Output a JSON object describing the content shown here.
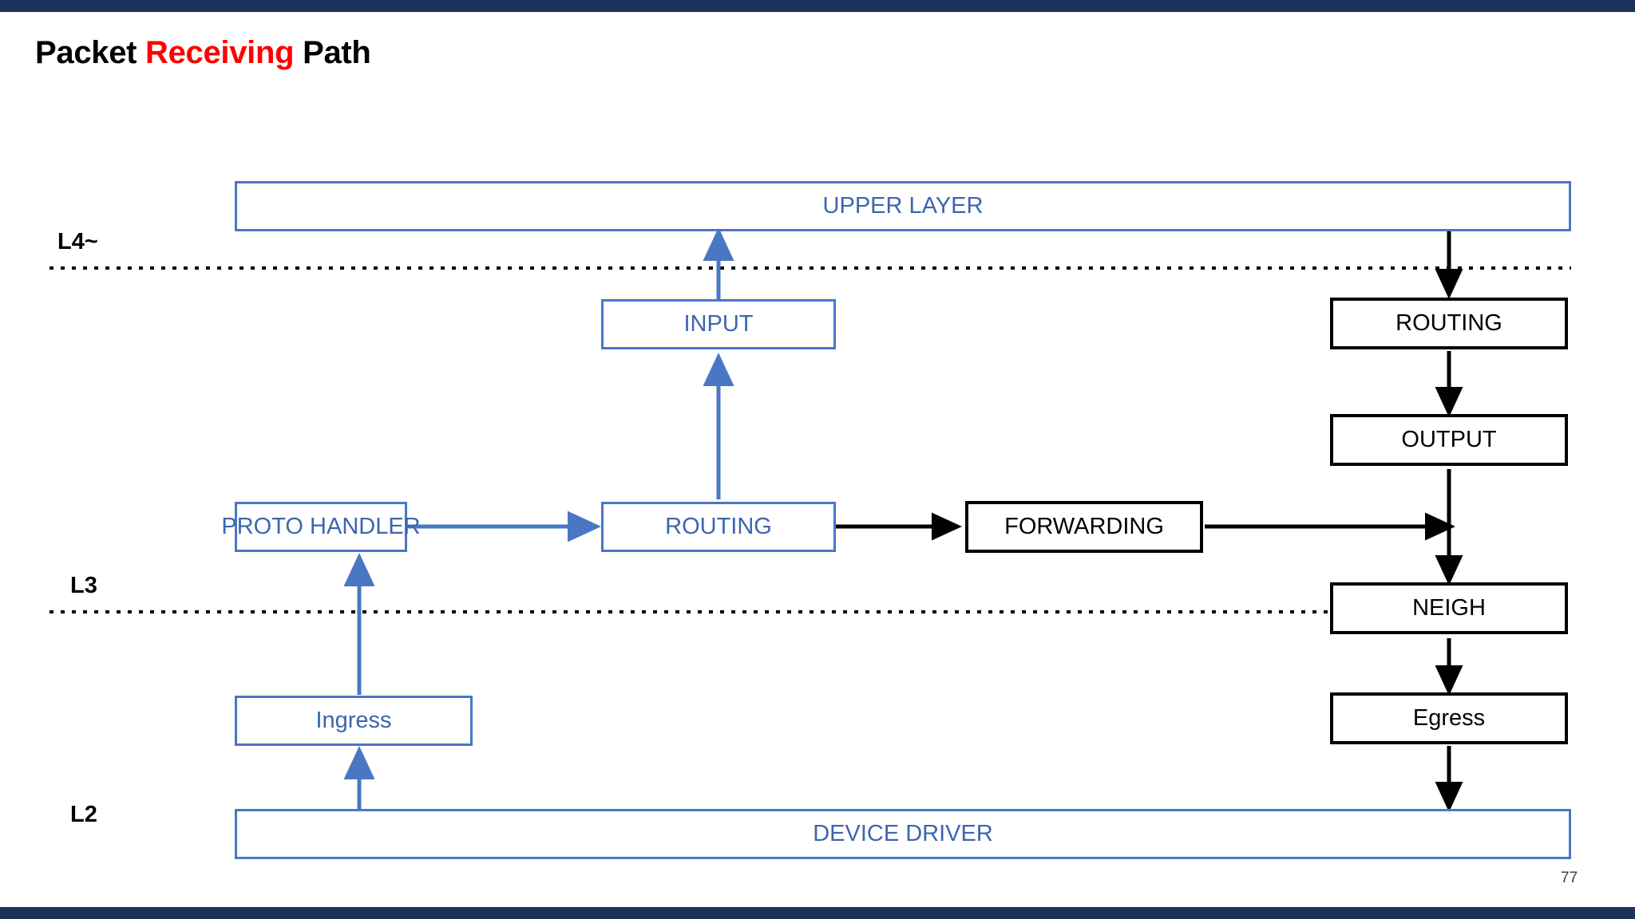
{
  "slide": {
    "title_prefix": "Packet ",
    "title_highlight": "Receiving",
    "title_suffix": " Path",
    "page_number": "77",
    "accent_bar_color": "#1b3259",
    "highlight_color": "#ff0000",
    "blue_color": "#3b66b0",
    "blue_border_color": "#4a77c4",
    "black_color": "#000000"
  },
  "layer_labels": [
    {
      "text": "L4~"
    },
    {
      "text": "L3"
    },
    {
      "text": "L2"
    }
  ],
  "chart_data": {
    "type": "diagram",
    "title": "Packet Receiving Path",
    "nodes": [
      {
        "id": "upper-layer",
        "label": "UPPER LAYER",
        "style": "blue"
      },
      {
        "id": "input",
        "label": "INPUT",
        "style": "blue"
      },
      {
        "id": "routing-right",
        "label": "ROUTING",
        "style": "black"
      },
      {
        "id": "output",
        "label": "OUTPUT",
        "style": "black"
      },
      {
        "id": "proto-handler",
        "label": "PROTO HANDLER",
        "style": "blue"
      },
      {
        "id": "routing-mid",
        "label": "ROUTING",
        "style": "blue"
      },
      {
        "id": "forwarding",
        "label": "FORWARDING",
        "style": "black"
      },
      {
        "id": "neigh",
        "label": "NEIGH",
        "style": "black"
      },
      {
        "id": "ingress",
        "label": "Ingress",
        "style": "blue"
      },
      {
        "id": "egress",
        "label": "Egress",
        "style": "black"
      },
      {
        "id": "device-driver",
        "label": "DEVICE DRIVER",
        "style": "blue"
      }
    ],
    "edges": [
      {
        "from": "device-driver",
        "to": "ingress",
        "style": "blue"
      },
      {
        "from": "ingress",
        "to": "proto-handler",
        "style": "blue"
      },
      {
        "from": "proto-handler",
        "to": "routing-mid",
        "style": "blue"
      },
      {
        "from": "routing-mid",
        "to": "input",
        "style": "blue"
      },
      {
        "from": "input",
        "to": "upper-layer",
        "style": "blue"
      },
      {
        "from": "routing-mid",
        "to": "forwarding",
        "style": "black"
      },
      {
        "from": "forwarding",
        "to": "neigh",
        "style": "black"
      },
      {
        "from": "upper-layer",
        "to": "routing-right",
        "style": "black"
      },
      {
        "from": "routing-right",
        "to": "output",
        "style": "black"
      },
      {
        "from": "output",
        "to": "neigh",
        "style": "black"
      },
      {
        "from": "neigh",
        "to": "egress",
        "style": "black"
      },
      {
        "from": "egress",
        "to": "device-driver",
        "style": "black"
      }
    ],
    "separators": [
      {
        "label": "L4~",
        "kind": "dotted"
      },
      {
        "label": "L3",
        "kind": "dotted"
      }
    ]
  }
}
